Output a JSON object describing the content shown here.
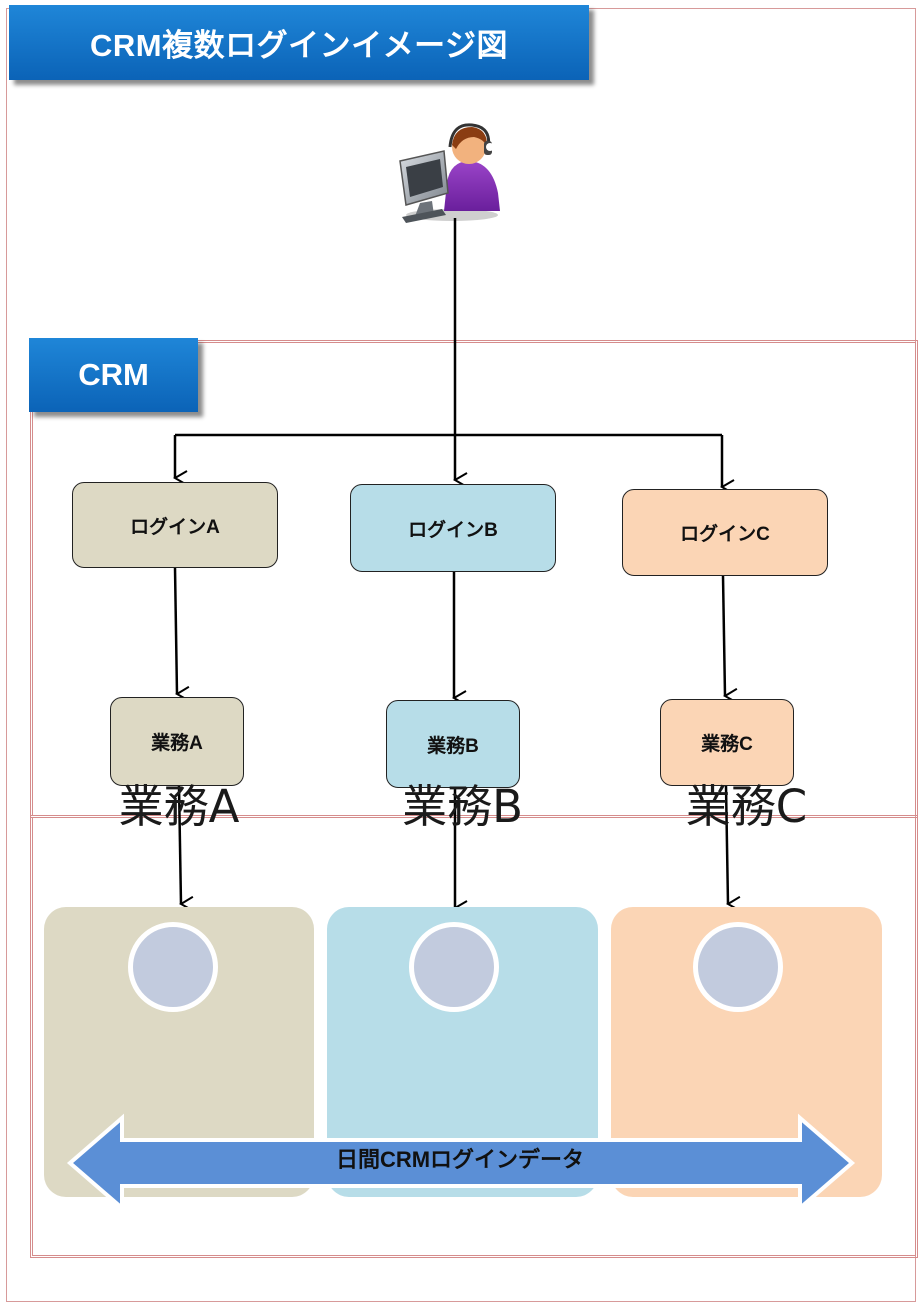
{
  "title": "CRM複数ログインイメージ図",
  "section_label": "CRM",
  "user_icon": "operator-headset-icon",
  "login_nodes": [
    {
      "label": "ログインA"
    },
    {
      "label": "ログインB"
    },
    {
      "label": "ログインC"
    }
  ],
  "task_nodes": [
    {
      "label": "業務A"
    },
    {
      "label": "業務B"
    },
    {
      "label": "業務C"
    }
  ],
  "panels": [
    {
      "label": "業務A",
      "color": "#ddd9c4"
    },
    {
      "label": "業務B",
      "color": "#b7dde8"
    },
    {
      "label": "業務C",
      "color": "#fbd5b5"
    }
  ],
  "data_arrow": {
    "label": "日間CRMログインデータ",
    "color": "#5b8fd6"
  },
  "colors": {
    "banner": "#0b63b7",
    "border": "#d58c8c"
  }
}
